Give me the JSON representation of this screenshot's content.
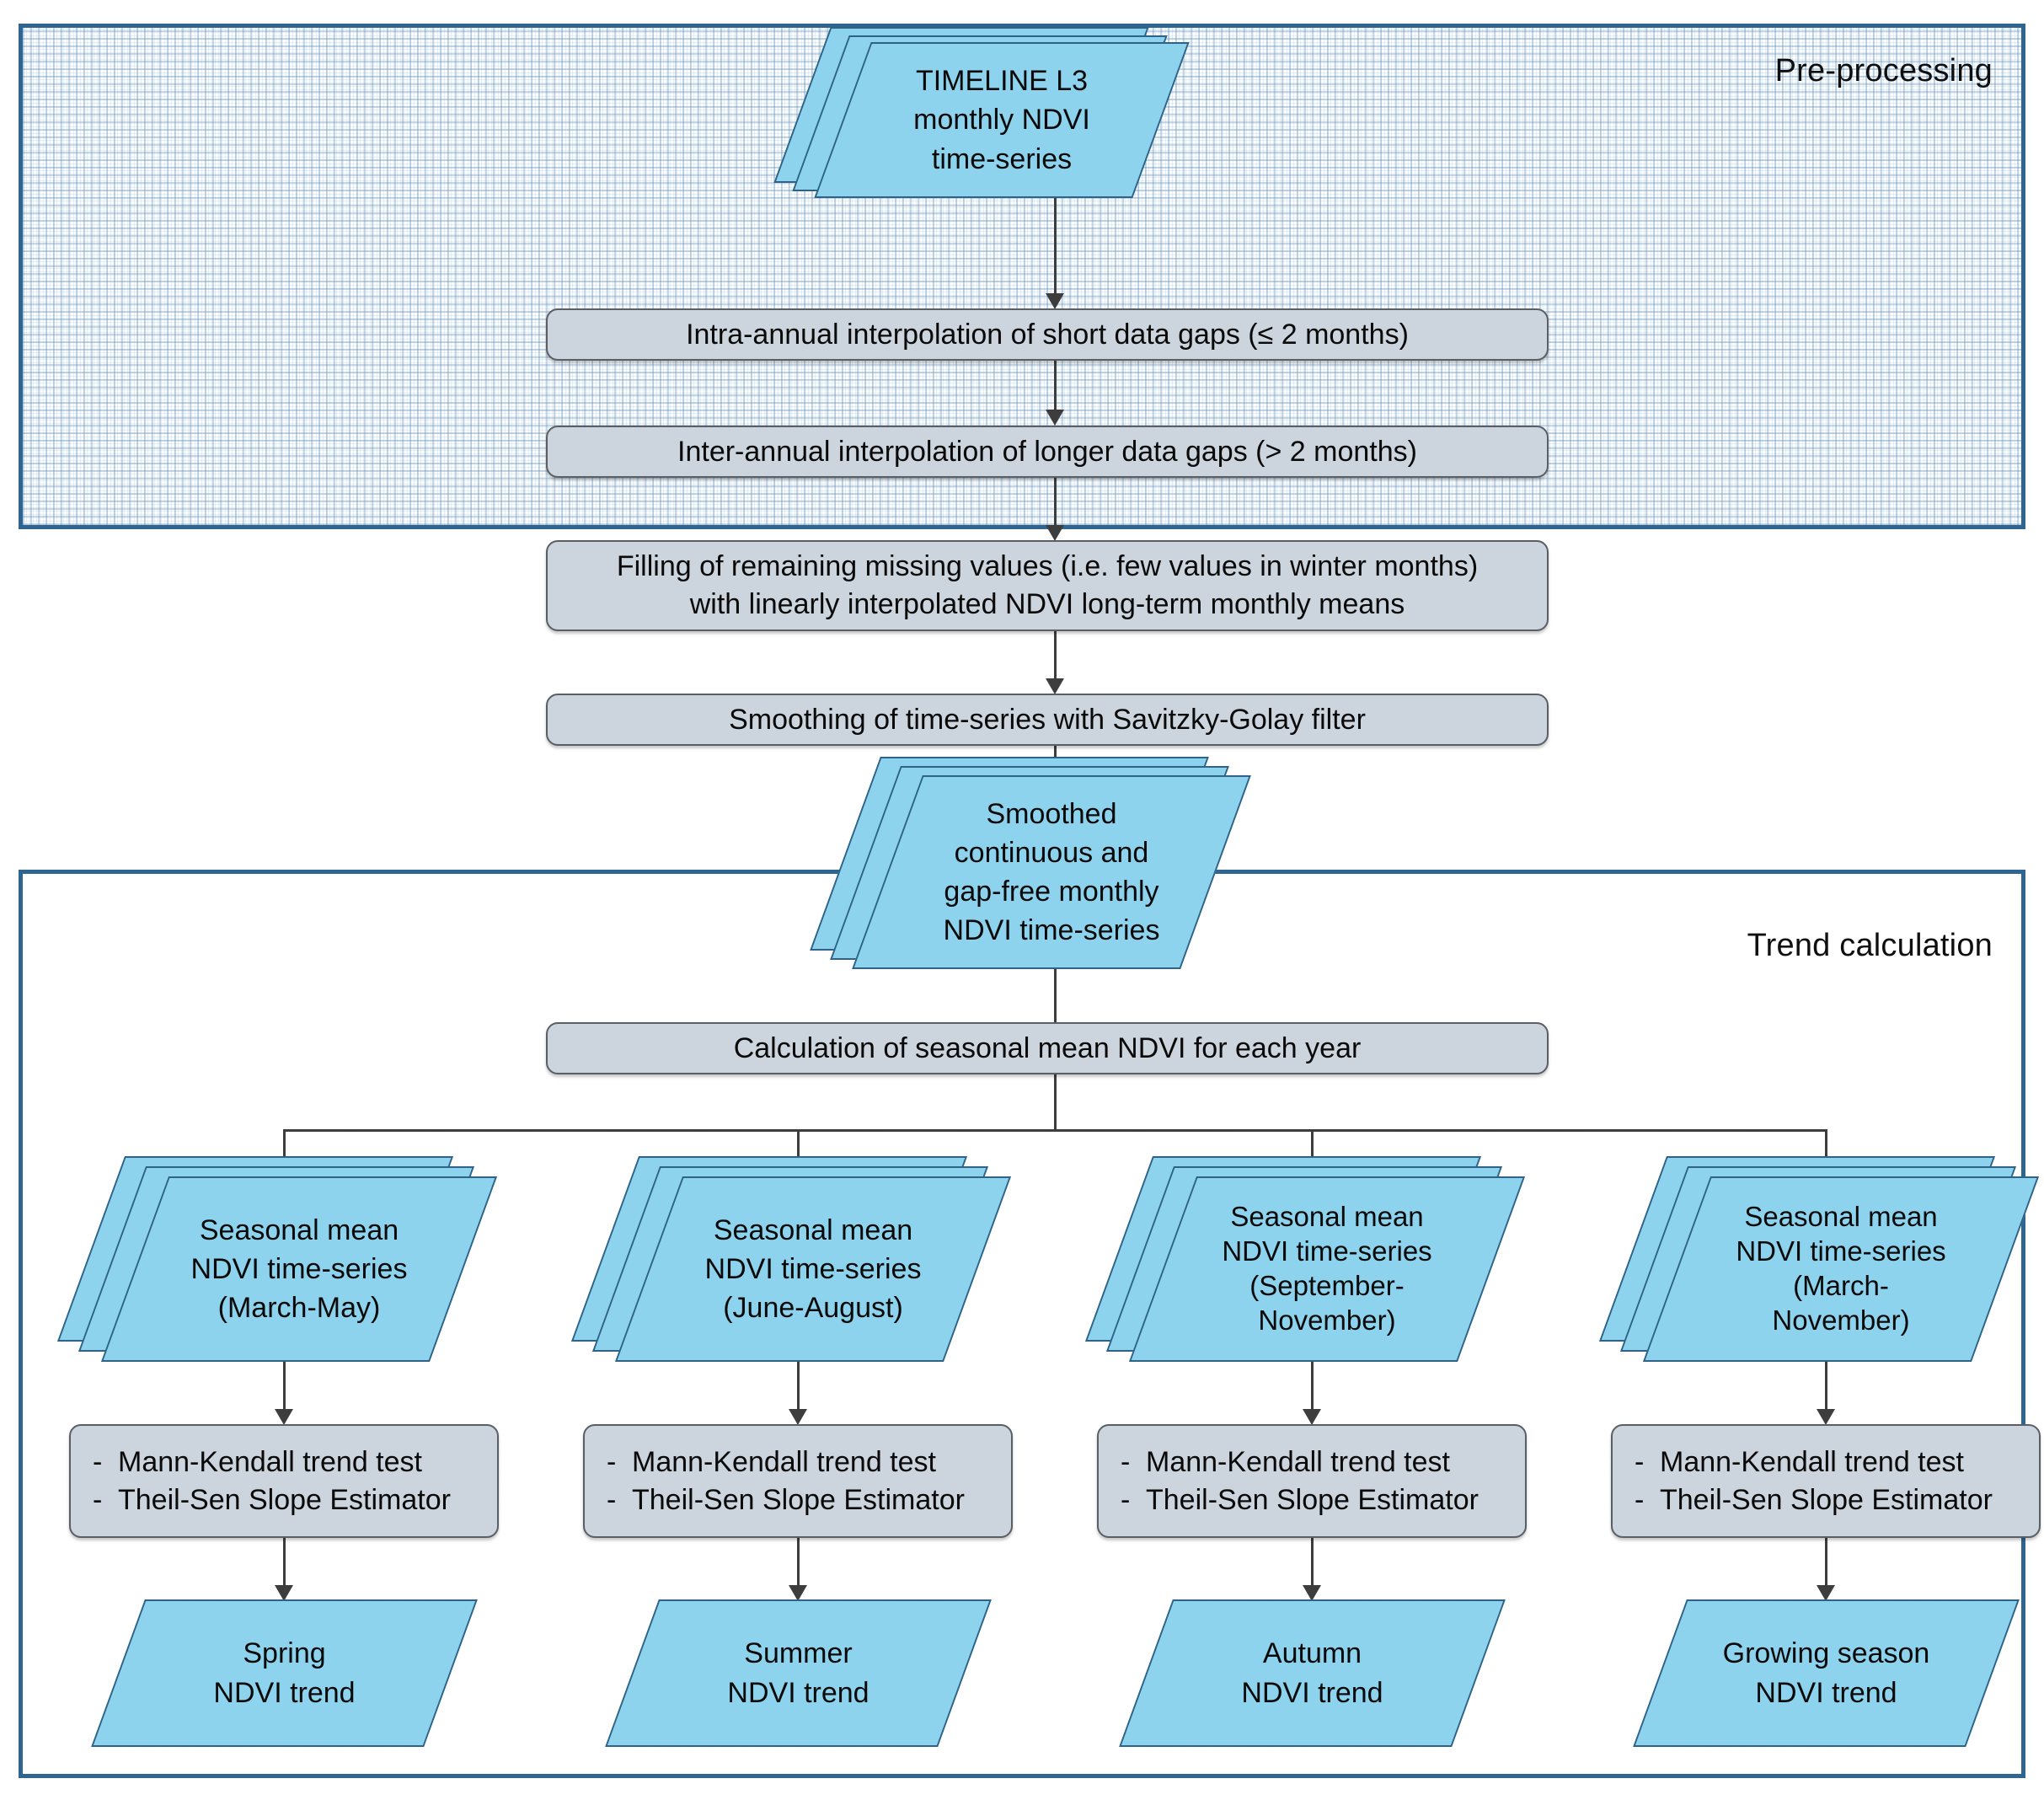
{
  "panels": {
    "preprocessing": {
      "title": "Pre-processing"
    },
    "trend": {
      "title": "Trend calculation"
    }
  },
  "colors": {
    "data_shape_fill": "#8ED3ED",
    "data_shape_border": "#2E6286",
    "process_fill": "#CCD4DD",
    "process_border": "#5A5F66",
    "panel_border": "#2F6591",
    "connector": "#3D3D3D",
    "text": "#0A0A0A"
  },
  "preprocessing": {
    "source": {
      "shape": "stacked-parallelogram",
      "lines": [
        "TIMELINE L3",
        "monthly NDVI",
        "time-series"
      ]
    },
    "steps": [
      {
        "lines": [
          "Intra-annual interpolation of short data gaps (≤ 2 months)"
        ]
      },
      {
        "lines": [
          "Inter-annual interpolation of longer data gaps (> 2 months)"
        ]
      },
      {
        "lines": [
          "Filling of remaining missing values (i.e. few values in winter months)",
          "with linearly interpolated NDVI long-term monthly means"
        ]
      },
      {
        "lines": [
          "Smoothing of time-series with Savitzky-Golay filter"
        ]
      }
    ],
    "output": {
      "shape": "stacked-parallelogram",
      "lines": [
        "Smoothed",
        "continuous and",
        "gap-free monthly",
        "NDVI time-series"
      ]
    }
  },
  "trend": {
    "seasonal_step": {
      "lines": [
        "Calculation of seasonal mean NDVI for each year"
      ]
    },
    "branches": [
      {
        "input": {
          "shape": "stacked-parallelogram",
          "lines": [
            "Seasonal mean",
            "NDVI time-series",
            "(March-May)"
          ]
        },
        "method": {
          "lines": [
            "Mann-Kendall trend test",
            "Theil-Sen Slope Estimator"
          ],
          "bullet": "-"
        },
        "result": {
          "shape": "parallelogram",
          "lines": [
            "Spring",
            "NDVI trend"
          ]
        }
      },
      {
        "input": {
          "shape": "stacked-parallelogram",
          "lines": [
            "Seasonal mean",
            "NDVI time-series",
            "(June-August)"
          ]
        },
        "method": {
          "lines": [
            "Mann-Kendall trend test",
            "Theil-Sen Slope Estimator"
          ],
          "bullet": "-"
        },
        "result": {
          "shape": "parallelogram",
          "lines": [
            "Summer",
            "NDVI trend"
          ]
        }
      },
      {
        "input": {
          "shape": "stacked-parallelogram",
          "lines": [
            "Seasonal mean",
            "NDVI time-series",
            "(September-",
            "November)"
          ]
        },
        "method": {
          "lines": [
            "Mann-Kendall trend test",
            "Theil-Sen Slope Estimator"
          ],
          "bullet": "-"
        },
        "result": {
          "shape": "parallelogram",
          "lines": [
            "Autumn",
            "NDVI trend"
          ]
        }
      },
      {
        "input": {
          "shape": "stacked-parallelogram",
          "lines": [
            "Seasonal mean",
            "NDVI time-series",
            "(March-",
            "November)"
          ]
        },
        "method": {
          "lines": [
            "Mann-Kendall trend test",
            "Theil-Sen Slope Estimator"
          ],
          "bullet": "-"
        },
        "result": {
          "shape": "parallelogram",
          "lines": [
            "Growing season",
            "NDVI trend"
          ]
        }
      }
    ]
  }
}
